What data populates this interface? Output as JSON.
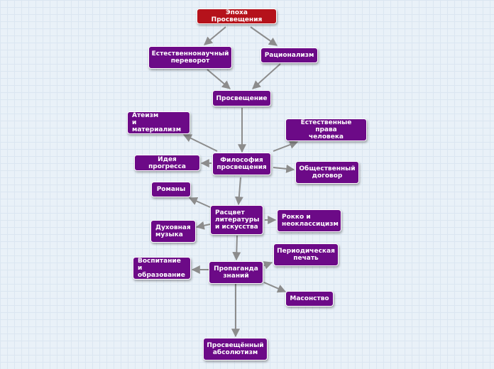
{
  "colors": {
    "root": "#b5121b",
    "node": "#6c0a87",
    "edge": "#8c8c8c",
    "background": "#e9f1f8"
  },
  "nodes": {
    "root": "Эпоха Просвещения",
    "scientific_revolution": "Естественнонаучный\nпереворот",
    "rationalism": "Рационализм",
    "enlightenment": "Просвещение",
    "atheism": "Атеизм\nи материализм",
    "natural_rights": "Естественные права\nчеловека",
    "progress_idea": "Идея прогресса",
    "philosophy": "Философия\nпросвещения",
    "social_contract": "Общественный\nдоговор",
    "novels": "Романы",
    "flourishing": "Расцвет\nлитературы\nи искусства",
    "spiritual_music": "Духовная\nмузыка",
    "rococo": "Рокко и\nнеоклассицизм",
    "periodicals": "Периодическая\nпечать",
    "education": "Воспитание и\nобразование",
    "propaganda": "Пропаганда\nзнаний",
    "masonry": "Масонство",
    "absolutism": "Просвещённый\nабсолютизм"
  }
}
